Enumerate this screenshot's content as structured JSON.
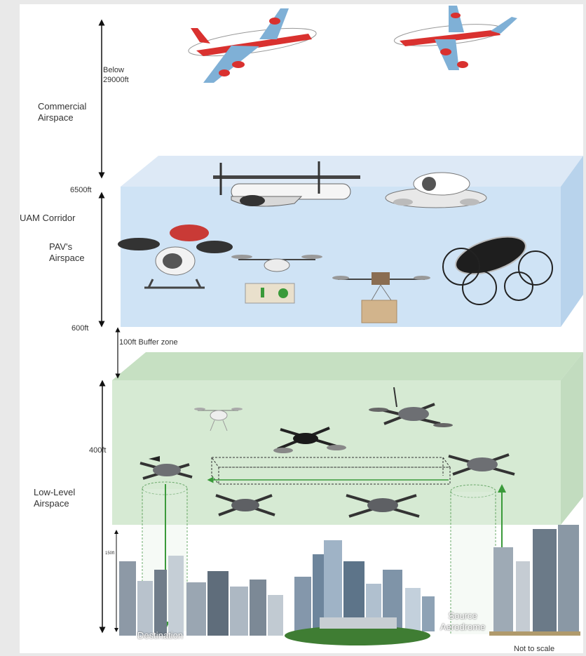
{
  "labels": {
    "commercial_below_line1": "Below",
    "commercial_below_line2": "29000ft",
    "commercial_line1": "Commercial",
    "commercial_line2": "Airspace",
    "alt_6500": "6500ft",
    "uam_corridor": "UAM Corridor",
    "pav_line1": "PAV's",
    "pav_line2": "Airspace",
    "alt_600": "600ft",
    "buffer_zone": "100ft Buffer zone",
    "alt_400": "400ft",
    "lowlevel_line1": "Low-Level",
    "lowlevel_line2": "Airspace",
    "alt_150": "150ft",
    "destination": "Destination",
    "source_line1": "Source",
    "source_line2": "Aerodrome",
    "not_to_scale": "Not to scale"
  },
  "colors": {
    "uam_box": "#cfe3f5",
    "uam_side": "#b8d3ec",
    "uam_top": "#dde9f6",
    "low_box": "#d6ead3",
    "low_side": "#c2dcbf",
    "low_top": "#c6e0c2",
    "aircraft_red": "#d9312f",
    "path_green": "#3a9a3a"
  }
}
